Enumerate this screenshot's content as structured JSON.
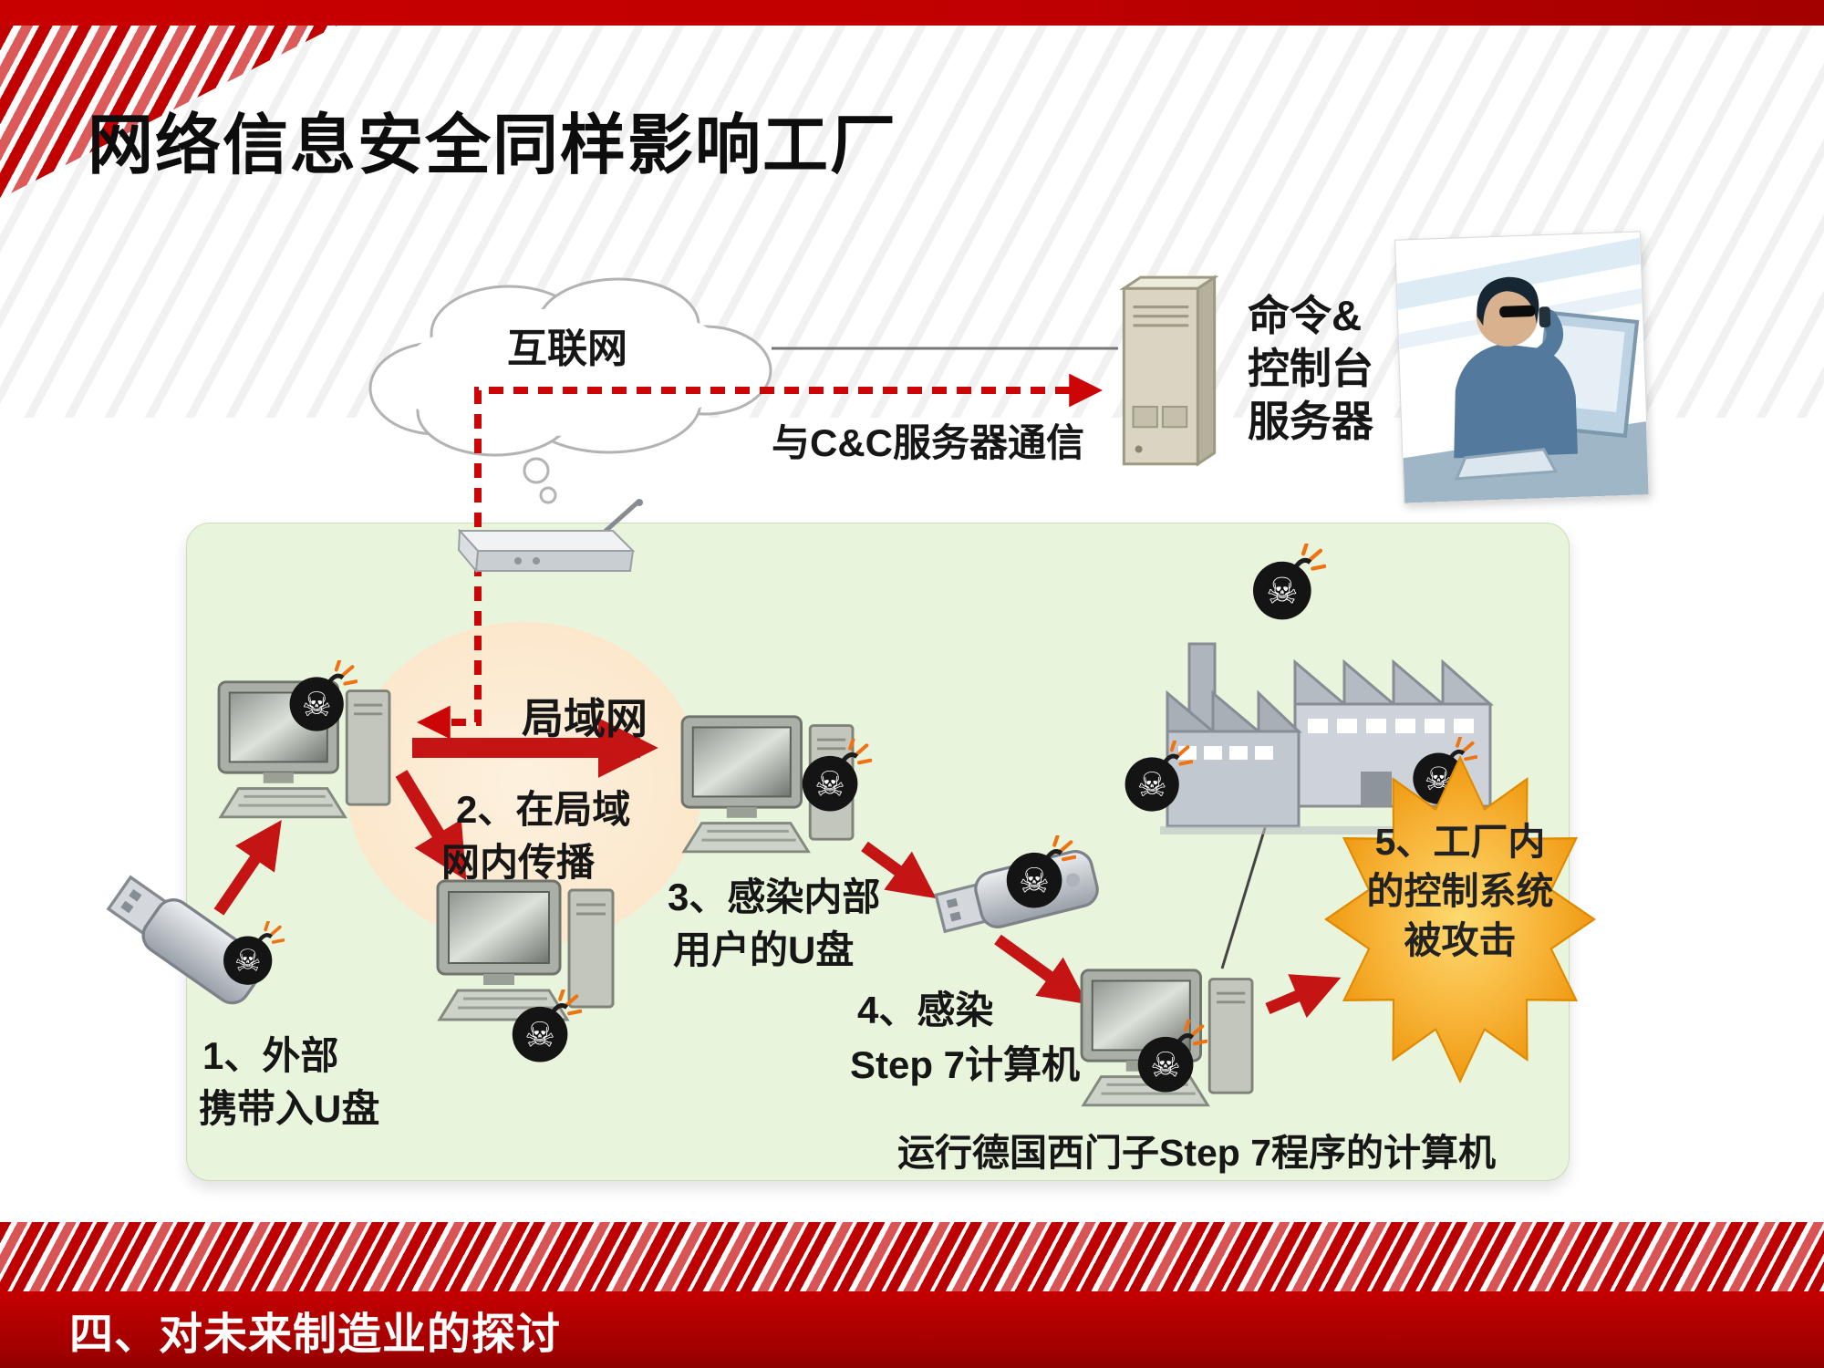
{
  "slide": {
    "title": "网络信息安全同样影响工厂",
    "footer": "四、对未来制造业的探讨"
  },
  "diagram": {
    "internet_label": "互联网",
    "cc_comm_label": "与C&C服务器通信",
    "cc_server_label": [
      "命令&",
      "控制台",
      "服务器"
    ],
    "lan_label": "局域网",
    "step1": [
      "1、外部",
      "携带入U盘"
    ],
    "step2": [
      "2、在局域",
      "网内传播"
    ],
    "step3": [
      "3、感染内部",
      "用户的U盘"
    ],
    "step4": [
      "4、感染",
      "Step 7计算机"
    ],
    "step5": [
      "5、工厂内",
      "的控制系统",
      "被攻击"
    ],
    "siemens_caption": "运行德国西门子Step 7程序的计算机"
  },
  "icons": {
    "skull_glyph": "☠",
    "meaning": "skull-bomb = malware infection"
  },
  "colors": {
    "accent_red": "#c00000",
    "arrow_red": "#c41414",
    "dashed_red": "#cc0606",
    "panel_green": "#e9f4dc",
    "ellipse_peach": "#fbe3c4",
    "burst_orange": "#f5a31c"
  }
}
